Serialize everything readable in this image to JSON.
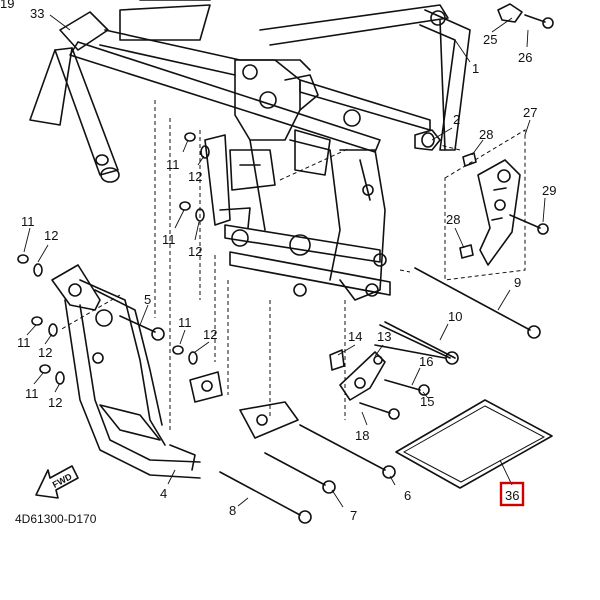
{
  "diagram": {
    "code": "4D61300-D170",
    "fwd_label": "FWD",
    "highlight_color": "#d00000",
    "callouts": {
      "c19": "19",
      "c33": "33",
      "c25": "25",
      "c26": "26",
      "c1": "1",
      "c27": "27",
      "c2": "2",
      "c28a": "28",
      "c28b": "28",
      "c29": "29",
      "c11a": "11",
      "c12a": "12",
      "c11b": "11",
      "c12b": "12",
      "c11c": "11",
      "c12c": "12",
      "c5": "5",
      "c11d": "11",
      "c12d": "12",
      "c11e": "11",
      "c12e": "12",
      "c11f": "11",
      "c12f": "12",
      "c9": "9",
      "c10": "10",
      "c14": "14",
      "c13": "13",
      "c16": "16",
      "c15": "15",
      "c18": "18",
      "c36": "36",
      "c4": "4",
      "c6": "6",
      "c7": "7",
      "c8": "8"
    }
  }
}
